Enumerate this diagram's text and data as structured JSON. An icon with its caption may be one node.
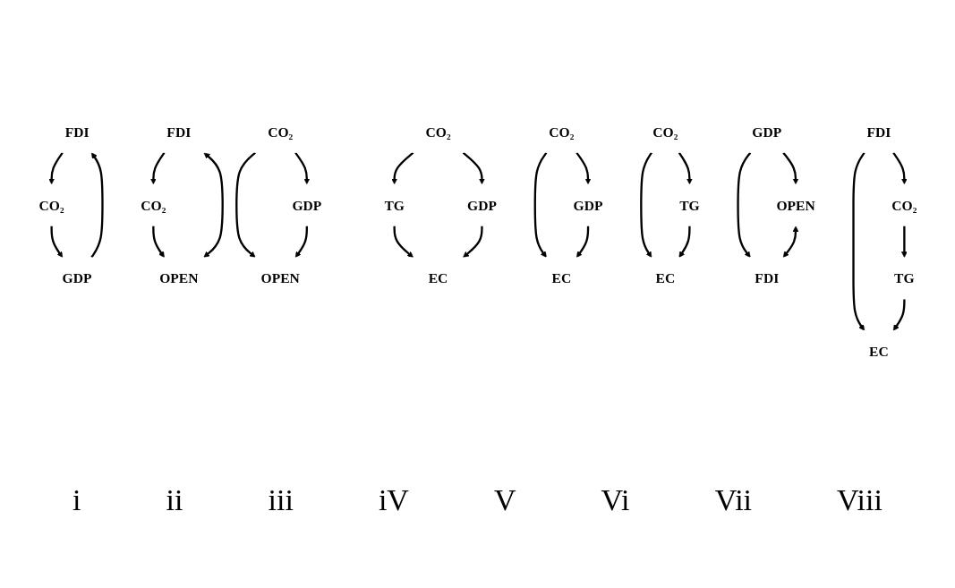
{
  "diagram": {
    "nodes": [
      {
        "text": [
          "FDI"
        ]
      },
      {
        "text": [
          "CO₂"
        ]
      },
      {
        "text": [
          "GDP"
        ]
      },
      {
        "text": [
          "CO₂"
        ]
      },
      {
        "text": [
          "FDI"
        ]
      },
      {
        "text": [
          "OPEN"
        ]
      },
      {
        "text": [
          "CO₂"
        ]
      },
      {
        "text": [
          "OPEN"
        ]
      },
      {
        "text": [
          "GDP"
        ]
      },
      {
        "text": [
          "CO₂"
        ]
      },
      {
        "text": [
          "TG"
        ]
      },
      {
        "text": [
          "GDP"
        ]
      },
      {
        "text": [
          "EC"
        ]
      },
      {
        "text": [
          "CO₂"
        ]
      },
      {
        "text": [
          "EC"
        ]
      },
      {
        "text": [
          "GDP"
        ]
      },
      {
        "text": [
          "CO₂"
        ]
      },
      {
        "text": [
          "TG"
        ]
      },
      {
        "text": [
          "EC"
        ]
      },
      {
        "text": [
          "GDP"
        ]
      },
      {
        "text": [
          "OPEN"
        ]
      },
      {
        "text": [
          "FDI"
        ]
      },
      {
        "text": [
          "FDI"
        ]
      },
      {
        "text": [
          "CO₂"
        ]
      },
      {
        "text": [
          "EC"
        ]
      },
      {
        "text": [
          "TG"
        ]
      }
    ],
    "edges": [
      {
        "from": 0,
        "to": 1,
        "arrow": "to"
      },
      {
        "from": 1,
        "to": 2,
        "arrow": "to"
      },
      {
        "from": 2,
        "to": 0,
        "arrow": "to"
      },
      {
        "from": 4,
        "to": 3,
        "arrow": "to"
      },
      {
        "from": 3,
        "to": 5,
        "arrow": "to"
      },
      {
        "from": 4,
        "to": 5,
        "arrow": "both"
      },
      {
        "from": 6,
        "to": 7,
        "arrow": "to"
      },
      {
        "from": 6,
        "to": 8,
        "arrow": "to"
      },
      {
        "from": 8,
        "to": 7,
        "arrow": "to"
      },
      {
        "from": 9,
        "to": 10,
        "arrow": "to"
      },
      {
        "from": 9,
        "to": 11,
        "arrow": "to"
      },
      {
        "from": 10,
        "to": 12,
        "arrow": "to"
      },
      {
        "from": 11,
        "to": 12,
        "arrow": "to"
      },
      {
        "from": 13,
        "to": 14,
        "arrow": "to"
      },
      {
        "from": 13,
        "to": 15,
        "arrow": "to"
      },
      {
        "from": 15,
        "to": 14,
        "arrow": "to"
      },
      {
        "from": 16,
        "to": 17,
        "arrow": "to"
      },
      {
        "from": 16,
        "to": 18,
        "arrow": "to"
      },
      {
        "from": 17,
        "to": 18,
        "arrow": "to"
      },
      {
        "from": 19,
        "to": 20,
        "arrow": "to"
      },
      {
        "from": 19,
        "to": 21,
        "arrow": "to"
      },
      {
        "from": 20,
        "to": 21,
        "arrow": "both"
      },
      {
        "from": 22,
        "to": 23,
        "arrow": "to"
      },
      {
        "from": 22,
        "to": 24,
        "arrow": "to"
      },
      {
        "from": 23,
        "to": 25,
        "arrow": "to"
      },
      {
        "from": 25,
        "to": 24,
        "arrow": "to"
      }
    ],
    "labels": [
      "i",
      "ii",
      "iii",
      "iV",
      "V",
      "Vi",
      "Vii",
      "Viii"
    ]
  }
}
